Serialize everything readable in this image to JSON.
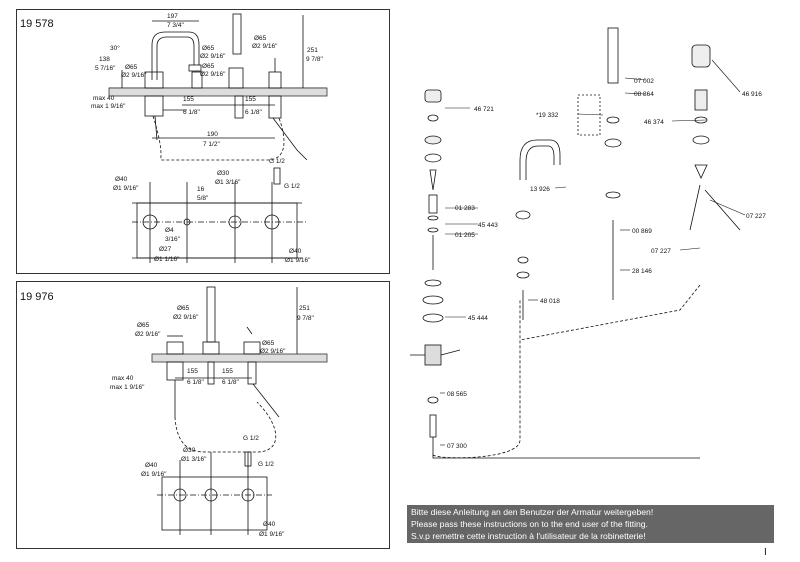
{
  "panels": [
    {
      "model": "19 578",
      "dims": [
        "197",
        "7 3/4\"",
        "30°",
        "138",
        "5 7/16\"",
        "Ø65",
        "Ø2 9/16\"",
        "Ø65",
        "Ø2 9/16\"",
        "Ø65",
        "Ø2 9/16\"",
        "Ø65",
        "Ø2 9/16\"",
        "251",
        "9 7/8\"",
        "max 40",
        "max 1 9/16\"",
        "155",
        "6 1/8\"",
        "155",
        "6 1/8\"",
        "190",
        "7 1/2\"",
        "G 1/2",
        "Ø40",
        "Ø1 9/16\"",
        "Ø30",
        "Ø1 3/16\"",
        "16",
        "5/8\"",
        "Ø4",
        "3/16\"",
        "Ø27",
        "Ø1 1/16\"",
        "Ø40",
        "Ø1 9/16\"",
        "G 1/2"
      ]
    },
    {
      "model": "19 976",
      "dims": [
        "Ø65",
        "Ø2 9/16\"",
        "Ø65",
        "Ø2 9/16\"",
        "251",
        "9 7/8\"",
        "Ø65",
        "Ø2 9/16\"",
        "155",
        "6 1/8\"",
        "155",
        "6 1/8\"",
        "max 40",
        "max 1 9/16\"",
        "G 1/2",
        "Ø40",
        "Ø1 9/16\"",
        "Ø30",
        "Ø1 3/16\"",
        "G 1/2",
        "Ø40",
        "Ø1 9/16\""
      ]
    }
  ],
  "parts": [
    "07 002",
    "08 864",
    "*19 332",
    "46 721",
    "46 916",
    "46 374",
    "13 926",
    "01 283",
    "45 443",
    "01 205",
    "00 869",
    "07 227",
    "07 227",
    "28 146",
    "48 018",
    "45 444",
    "08 565",
    "07 300"
  ],
  "notice": [
    "Bitte diese Anleitung an den Benutzer der Armatur weitergeben!",
    "Please pass these instructions on to the end user of the fitting.",
    "S.v.p remettre cette instruction à l'utilisateur de la robinetterie!"
  ],
  "page_number": "I"
}
